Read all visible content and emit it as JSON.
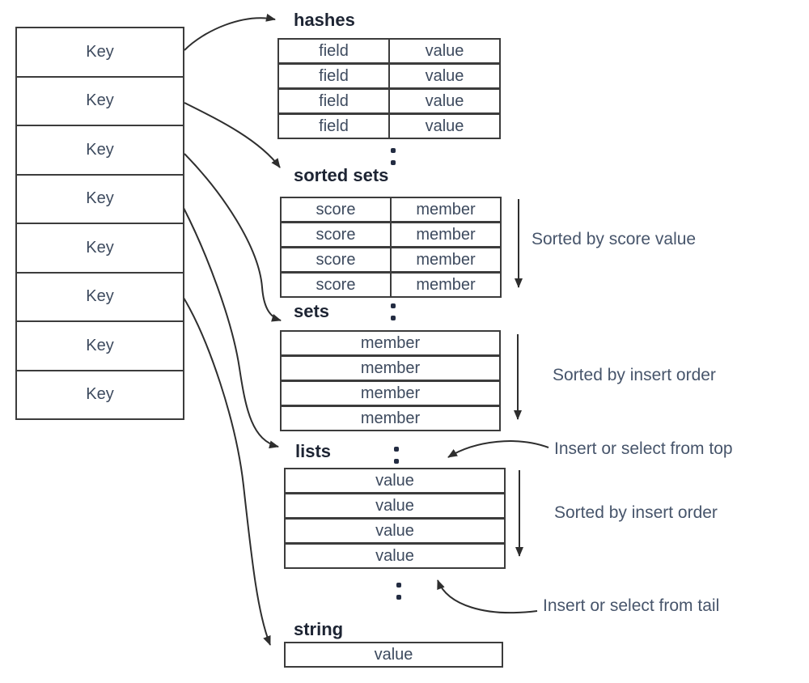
{
  "colors": {
    "border": "#3c3c3c",
    "arrow": "#2e2e2e",
    "cell_text": "#3d4a5e",
    "title_text": "#1d2433",
    "label_text": "#47556b"
  },
  "icons": {
    "vertical_ellipsis": "vertical-ellipsis (two stacked dots)",
    "down_arrow": "straight downward arrow",
    "curved_arrow": "curved pointer arrow"
  },
  "key_column": {
    "cells": [
      "Key",
      "Key",
      "Key",
      "Key",
      "Key",
      "Key",
      "Key",
      "Key"
    ]
  },
  "hashes": {
    "title": "hashes",
    "rows": [
      [
        "field",
        "value"
      ],
      [
        "field",
        "value"
      ],
      [
        "field",
        "value"
      ],
      [
        "field",
        "value"
      ]
    ]
  },
  "sorted_sets": {
    "title": "sorted sets",
    "rows": [
      [
        "score",
        "member"
      ],
      [
        "score",
        "member"
      ],
      [
        "score",
        "member"
      ],
      [
        "score",
        "member"
      ]
    ],
    "annotation": "Sorted by score value"
  },
  "sets": {
    "title": "sets",
    "rows": [
      "member",
      "member",
      "member",
      "member"
    ],
    "annotation": "Sorted by insert order"
  },
  "lists": {
    "title": "lists",
    "rows": [
      "value",
      "value",
      "value",
      "value"
    ],
    "annotation": "Sorted by insert order",
    "top_label": "Insert or select from top",
    "tail_label": "Insert or select from tail"
  },
  "string": {
    "title": "string",
    "rows": [
      "value"
    ]
  }
}
